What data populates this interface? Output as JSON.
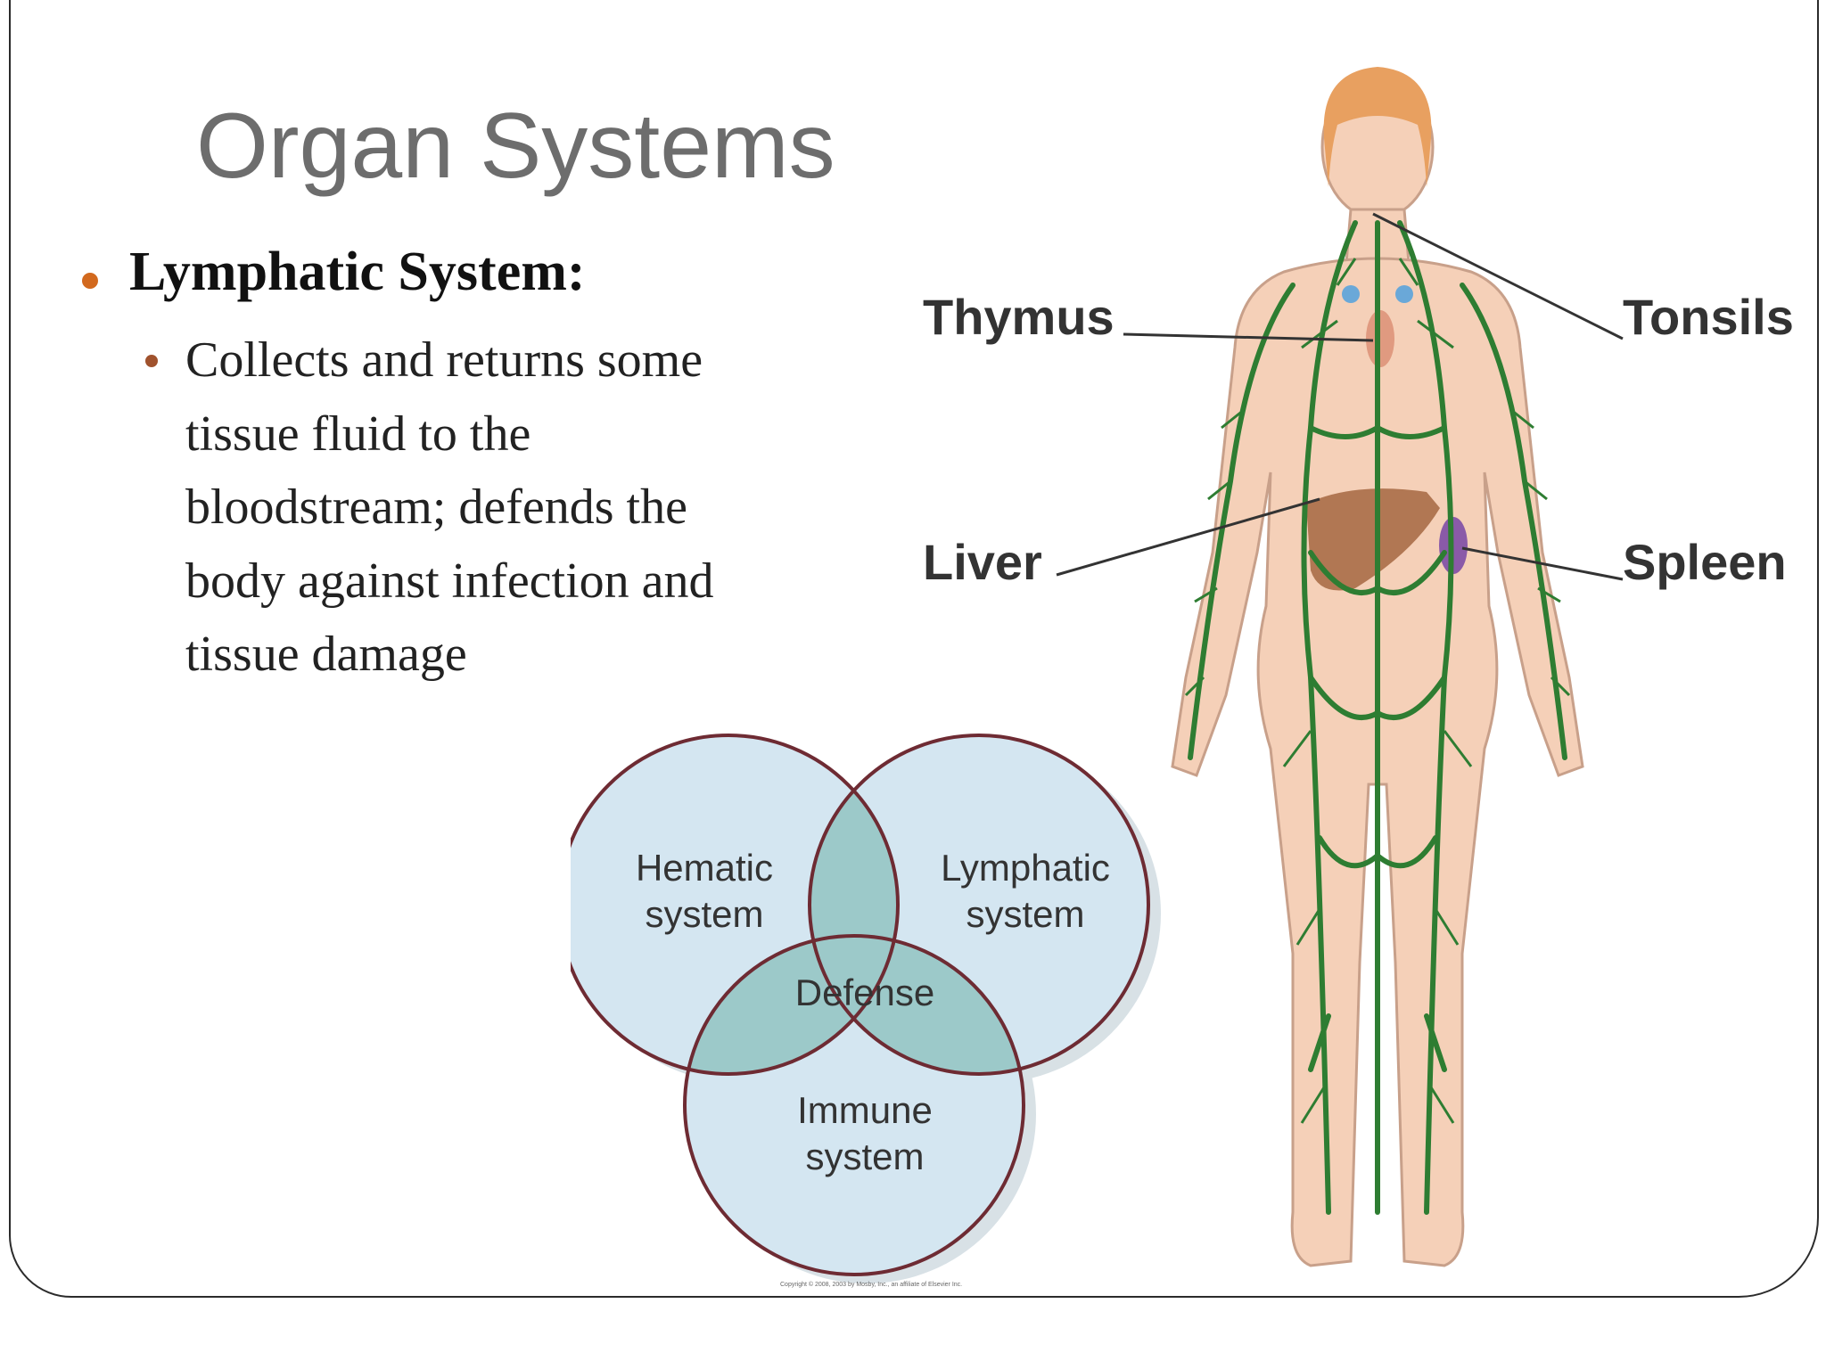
{
  "slide": {
    "title": "Organ Systems",
    "heading": "Lymphatic System:",
    "description_lines": [
      "Collects and returns some",
      "tissue fluid to the",
      "bloodstream; defends the",
      "body against infection and",
      "tissue damage"
    ]
  },
  "venn": {
    "circles": [
      {
        "line1": "Hematic",
        "line2": "system"
      },
      {
        "line1": "Lymphatic",
        "line2": "system"
      },
      {
        "line1": "Immune",
        "line2": "system"
      }
    ],
    "center": "Defense",
    "credit": "Copyright © 2008, 2003 by Mosby, Inc., an affiliate of Elsevier Inc."
  },
  "anatomy": {
    "labels": {
      "thymus": "Thymus",
      "tonsils": "Tonsils",
      "liver": "Liver",
      "spleen": "Spleen"
    }
  },
  "colors": {
    "title": "#6d6d6d",
    "bullet": "#d2691e",
    "venn_fill": "#d4e6f1",
    "venn_overlap": "#9cc9c9",
    "venn_stroke": "#6e2b33",
    "lymph_vessels": "#2e7d32",
    "skin": "#f5d0b8"
  }
}
